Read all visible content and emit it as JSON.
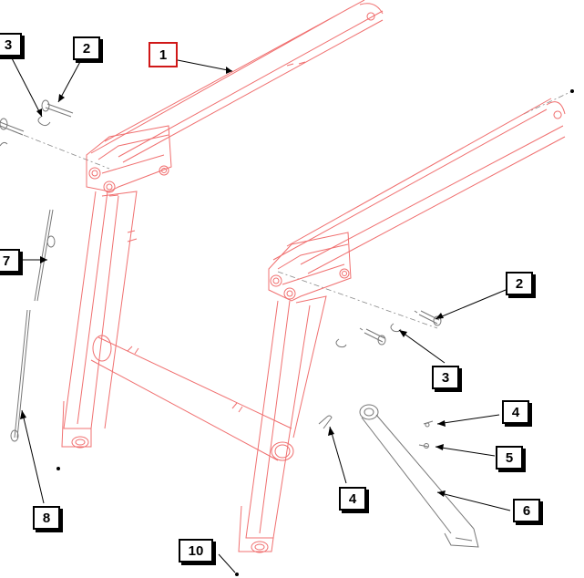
{
  "colors": {
    "selected_part": "#f07070",
    "hardware": "#777777",
    "callout_border": "#000000",
    "selected_border": "#d01818"
  },
  "callouts": [
    {
      "id": "c1",
      "label": "1",
      "selected": true
    },
    {
      "id": "c2a",
      "label": "2"
    },
    {
      "id": "c2b",
      "label": "2"
    },
    {
      "id": "c3a",
      "label": "3"
    },
    {
      "id": "c3b",
      "label": "3"
    },
    {
      "id": "c4a",
      "label": "4"
    },
    {
      "id": "c4b",
      "label": "4"
    },
    {
      "id": "c5",
      "label": "5"
    },
    {
      "id": "c6",
      "label": "6"
    },
    {
      "id": "c7",
      "label": "7"
    },
    {
      "id": "c8",
      "label": "8"
    },
    {
      "id": "c10",
      "label": "10"
    }
  ]
}
